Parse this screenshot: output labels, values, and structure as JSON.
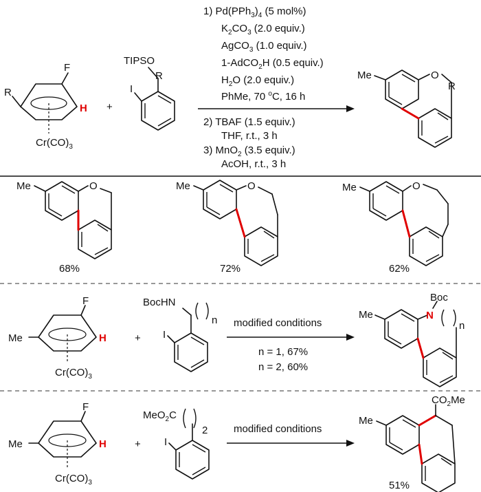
{
  "atoms": {
    "F": "F",
    "H": "H",
    "R": "R",
    "Cr": "Cr(CO)",
    "Cr_sub": "3",
    "TIPSO": "TIPSO",
    "I": "I",
    "Me": "Me",
    "O": "O",
    "N": "N",
    "Boc": "Boc",
    "BocHN": "BocHN",
    "n": "n",
    "MeO2C_a": "MeO",
    "MeO2C_sub": "2",
    "MeO2C_b": "C",
    "CO2Me_a": "CO",
    "CO2Me_sub": "2",
    "CO2Me_b": "Me",
    "sub2": "2",
    "plus": "+"
  },
  "conditions": {
    "line1": "1)  Pd(PPh",
    "line1_sub": "3",
    "line1_end": ")",
    "line1_sub2": "4",
    "line1_tail": " (5 mol%)",
    "line2a": "K",
    "line2_sub1": "2",
    "line2b": "CO",
    "line2_sub2": "3",
    "line2c": " (2.0 equiv.)",
    "line3a": "AgCO",
    "line3_sub": "3",
    "line3b": " (1.0 equiv.)",
    "line4a": "1-AdCO",
    "line4_sub": "2",
    "line4b": "H (0.5 equiv.)",
    "line5a": "H",
    "line5_sub": "2",
    "line5b": "O (2.0 equiv.)",
    "line6a": "PhMe, 70 ",
    "line6_sup": "o",
    "line6b": "C, 16 h",
    "line7": "2)  TBAF (1.5 equiv.)",
    "line8": "THF, r.t., 3 h",
    "line9a": "3)  MnO",
    "line9_sub": "2",
    "line9b": " (3.5 equiv.)",
    "line10": "AcOH, r.t., 3 h"
  },
  "modified": {
    "label": "modified conditions",
    "n1": "n = 1, 67%",
    "n2": "n = 2, 60%"
  },
  "yields": {
    "ring6": "68%",
    "ring7": "72%",
    "ring8": "62%",
    "phen": "51%"
  },
  "colors": {
    "new_bond": "#e00000",
    "separator": "#777777",
    "ink": "#111111"
  }
}
